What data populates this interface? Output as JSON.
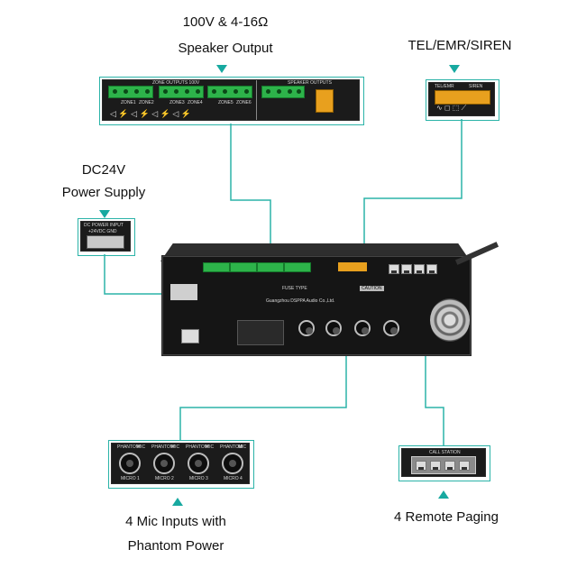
{
  "labels": {
    "speaker_output": [
      "100V & 4-16Ω",
      "Speaker Output"
    ],
    "tel_emr_siren": "TEL/EMR/SIREN",
    "dc24v": [
      "DC24V",
      "Power Supply"
    ],
    "mic_inputs": [
      "4 Mic Inputs with",
      "Phantom Power"
    ],
    "remote_paging": "4 Remote Paging"
  },
  "panel_text": {
    "zone_outputs": "ZONE OUTPUTS 100V",
    "speaker_outputs": "SPEAKER OUTPUTS",
    "zones": [
      "ZONE1",
      "ZONE2",
      "ZONE3",
      "ZONE4",
      "ZONE5",
      "ZONE6"
    ],
    "tel_emr": "TEL/EMR",
    "siren": "SIREN",
    "dc_power_input": "DC POWER INPUT",
    "dc_terms": "+24VDC  GND",
    "call_station": "CALL STATION",
    "mic_phantom": "PHANTOM",
    "mic_mic": "MIC",
    "mic_names": [
      "MICRO 1",
      "MICRO 2",
      "MICRO 3",
      "MICRO 4"
    ],
    "manufacturer": "Guangzhou DSPPA Audio Co.,Ltd.",
    "fuse_type": "FUSE TYPE",
    "caution": "CAUTION"
  },
  "colors": {
    "accent": "#17a9a0",
    "panel": "#1b1b1b",
    "terminal_green": "#2db34a",
    "terminal_orange": "#e8a01e"
  }
}
